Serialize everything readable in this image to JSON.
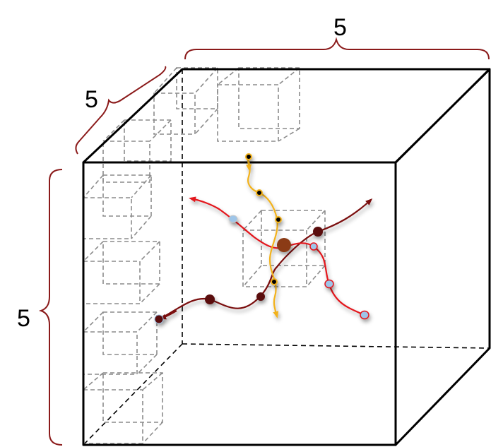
{
  "labels": {
    "top": "5",
    "depth": "5",
    "left": "5"
  },
  "colors": {
    "brace": "#8b1a1a",
    "dark_red": "#7a0c0c",
    "red": "#e3161c",
    "yellow": "#f2b21b",
    "center_particle": "#8b3a12",
    "light_blue": "#9ec5e8"
  }
}
